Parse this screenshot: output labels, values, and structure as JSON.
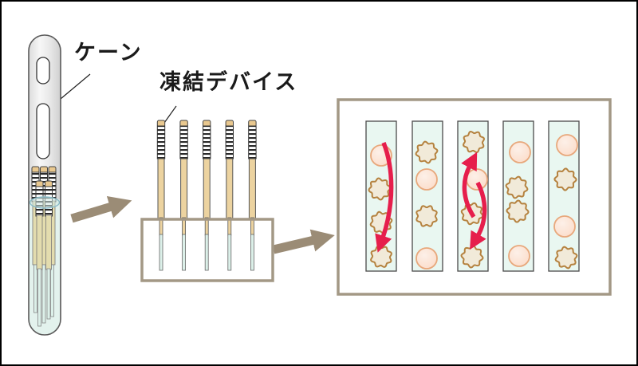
{
  "labels": {
    "cane": "ケーン",
    "freezing_device": "凍結デバイス"
  },
  "colors": {
    "label_color": "#1a1a1a",
    "accent_red": "#e61e4c",
    "arrow_tan": "#9b8c76",
    "box_border": "#a39885",
    "panel_border": "#a39885",
    "strip_fill": "#e9f7f1",
    "strip_border": "#4a4a4a",
    "device_body": "#ecd3a0",
    "device_cap": "#e9c88f",
    "device_tip": "#dcf0e9",
    "cane_fill": "#ececec",
    "cane_border": "#5a5a5a",
    "liquid_fill": "#e3f2ed",
    "liquid_line": "#8abcc8",
    "submerged_body": "#e3dcae",
    "normal_cell_fill": "#fbdcc9",
    "normal_cell_hi": "#fdf0e8",
    "normal_cell_border": "#e8a87c",
    "shrunken_cell_fill": "#f1ead9",
    "shrunken_cell_border": "#b5823f"
  },
  "cane": {
    "slot_count": 2,
    "device_count": 5
  },
  "middle": {
    "device_count": 5
  },
  "panel": {
    "strip_count": 5,
    "cells_per_strip": 4,
    "strips": [
      {
        "arrow": "down",
        "cells": [
          "normal",
          "shrunken",
          "shrunken",
          "shrunken"
        ]
      },
      {
        "arrow": "none",
        "cells": [
          "shrunken",
          "normal",
          "shrunken",
          "normal"
        ]
      },
      {
        "arrow": "double",
        "cells": [
          "shrunken",
          "normal",
          "shrunken",
          "shrunken"
        ]
      },
      {
        "arrow": "none",
        "cells": [
          "normal",
          "shrunken",
          "shrunken",
          "normal"
        ]
      },
      {
        "arrow": "none",
        "cells": [
          "normal",
          "shrunken",
          "normal",
          "shrunken"
        ]
      }
    ]
  }
}
